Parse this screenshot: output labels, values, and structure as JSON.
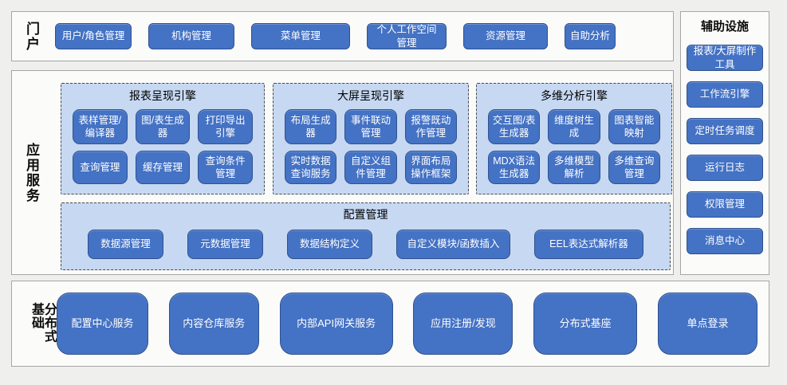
{
  "portal": {
    "label": "门户",
    "buttons": [
      "用户/角色管理",
      "机构管理",
      "菜单管理",
      "个人工作空间管理",
      "资源管理",
      "自助分析"
    ]
  },
  "app_services": {
    "label": "应用服务",
    "groups": [
      {
        "title": "报表呈现引擎",
        "buttons": [
          "表样管理/编译器",
          "图/表生成器",
          "打印导出引擎",
          "查询管理",
          "缓存管理",
          "查询条件管理"
        ]
      },
      {
        "title": "大屏呈现引擎",
        "buttons": [
          "布局生成器",
          "事件联动管理",
          "报警既动作管理",
          "实时数据查询服务",
          "自定义组件管理",
          "界面布局操作框架"
        ]
      },
      {
        "title": "多维分析引擎",
        "buttons": [
          "交互图/表生成器",
          "维度树生成",
          "图表智能映射",
          "MDX语法生成器",
          "多维模型解析",
          "多维查询管理"
        ]
      }
    ],
    "config": {
      "title": "配置管理",
      "buttons": [
        "数据源管理",
        "元数据管理",
        "数据结构定义",
        "自定义模块/函数插入",
        "EEL表达式解析器"
      ]
    }
  },
  "aux": {
    "title": "辅助设施",
    "buttons": [
      "报表/大屏制作工具",
      "工作流引擎",
      "定时任务调度",
      "运行日志",
      "权限管理",
      "消息中心"
    ]
  },
  "distributed": {
    "label": "分布式基础",
    "buttons": [
      "配置中心服务",
      "内容仓库服务",
      "内部API网关服务",
      "应用注册/发现",
      "分布式基座",
      "单点登录"
    ]
  },
  "colors": {
    "button_fill": "#4472c4",
    "button_border": "#2f528f",
    "group_bg": "#c6d8f2",
    "panel_bg": "#fbfbfa",
    "canvas_bg": "#efefed",
    "dashed_border": "#4a4a4a"
  }
}
